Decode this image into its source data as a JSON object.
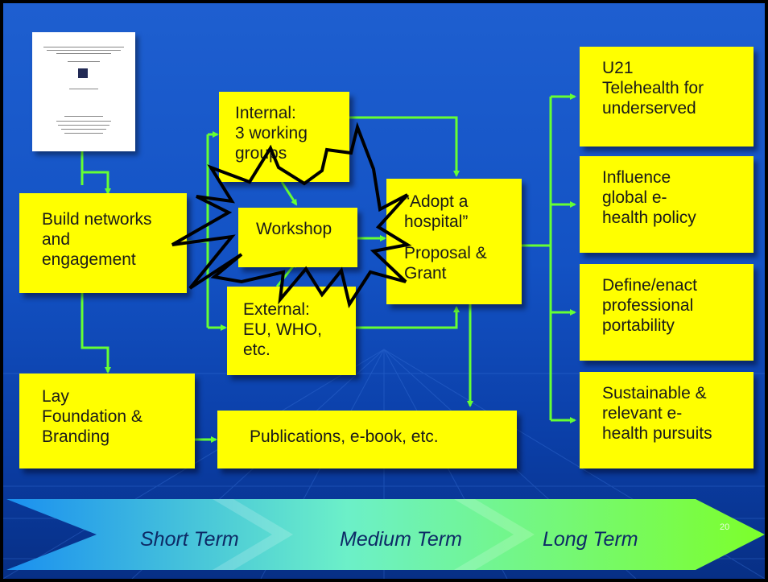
{
  "boxes": {
    "build_networks": [
      "Build networks",
      "and",
      "engagement"
    ],
    "lay_foundation": [
      "Lay",
      "Foundation &",
      "Branding"
    ],
    "internal": [
      "Internal:",
      "3 working",
      "groups"
    ],
    "workshop": [
      "Workshop"
    ],
    "external": [
      "External:",
      "EU, WHO,",
      "etc."
    ],
    "adopt": [
      "“Adopt a",
      "hospital”"
    ],
    "proposal": [
      "Proposal &",
      "Grant"
    ],
    "publications": [
      "Publications, e-book, etc."
    ],
    "u21": [
      "U21",
      "Telehealth for",
      "underserved"
    ],
    "influence": [
      "Influence",
      "global e-",
      "health policy"
    ],
    "define": [
      "Define/enact",
      "professional",
      "portability"
    ],
    "sustainable": [
      "Sustainable &",
      "relevant e-",
      "health pursuits"
    ]
  },
  "timeline": {
    "short": "Short Term",
    "medium": "Medium Term",
    "long": "Long Term"
  },
  "page_number": "20",
  "colors": {
    "box_fill": "#ffff00",
    "connector": "#66ff33",
    "background": "#1352c4",
    "arrow_start": "#1a8ff0",
    "arrow_end": "#7dff2a"
  }
}
